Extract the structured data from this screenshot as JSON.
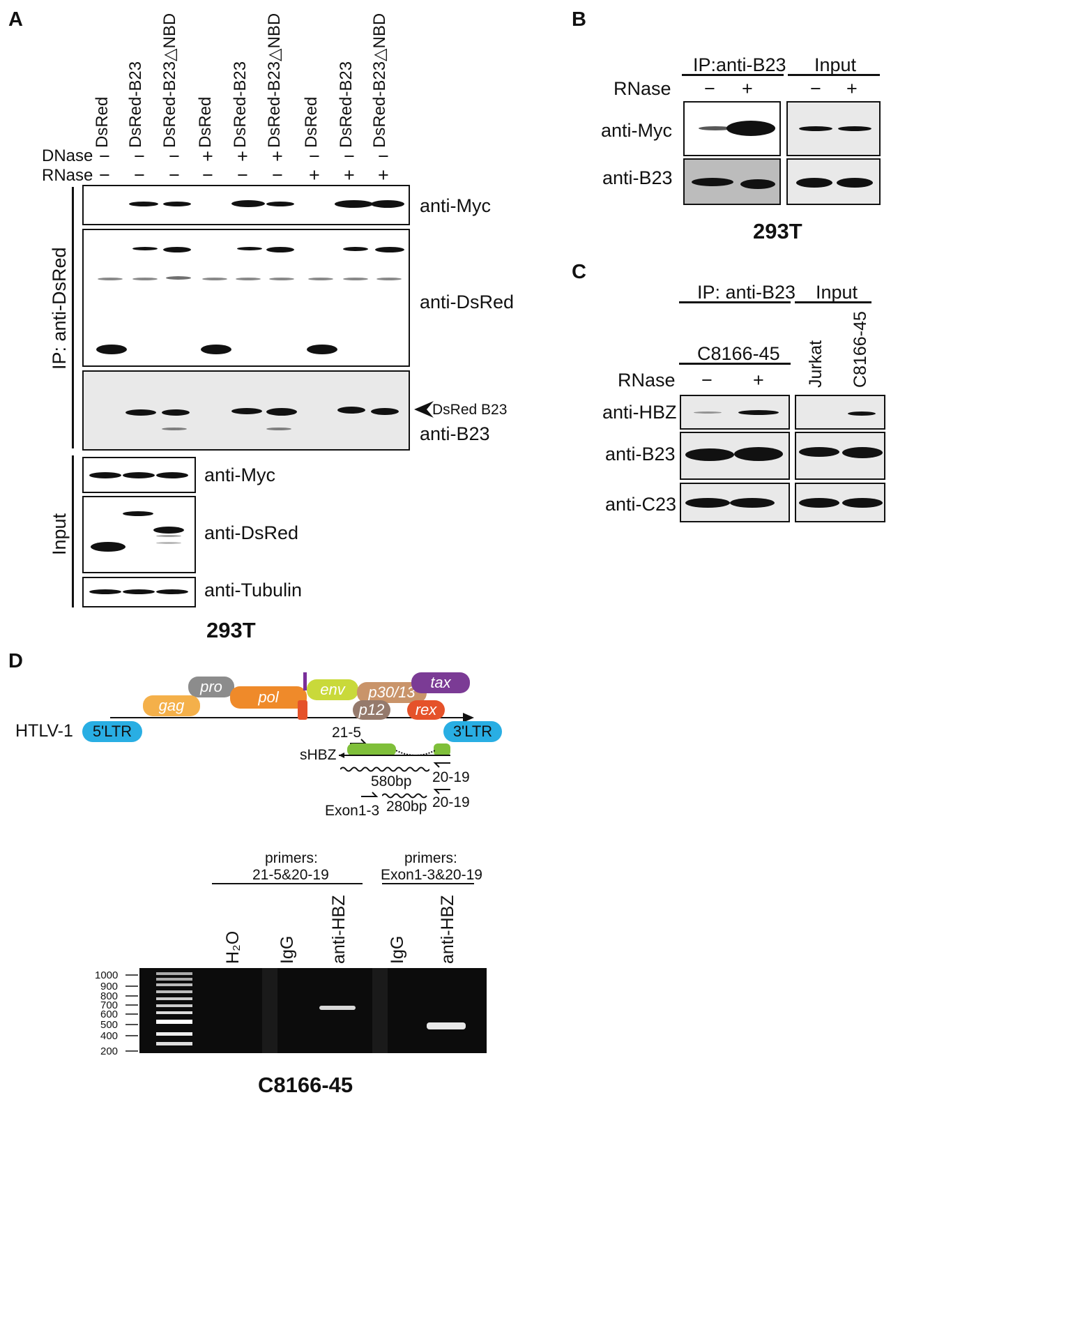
{
  "panelA": {
    "letter": "A",
    "lanes": [
      "DsRed",
      "DsRed-B23",
      "DsRed-B23△NBD",
      "DsRed",
      "DsRed-B23",
      "DsRed-B23△NBD",
      "DsRed",
      "DsRed-B23",
      "DsRed-B23△NBD"
    ],
    "dnase_label": "DNase",
    "rnase_label": "RNase",
    "dnase": [
      "−",
      "−",
      "−",
      "+",
      "+",
      "+",
      "−",
      "−",
      "−"
    ],
    "rnase": [
      "−",
      "−",
      "−",
      "−",
      "−",
      "−",
      "+",
      "+",
      "+"
    ],
    "ip_label": "IP: anti-DsRed",
    "input_label": "Input",
    "blots": {
      "myc": "anti-Myc",
      "dsred": "anti-DsRed",
      "b23": "anti-B23",
      "arrow": "DsRed B23",
      "in_myc": "anti-Myc",
      "in_dsred": "anti-DsRed",
      "in_tubulin": "anti-Tubulin"
    },
    "cell": "293T"
  },
  "panelB": {
    "letter": "B",
    "ip": "IP:anti-B23",
    "input": "Input",
    "rnase": "RNase",
    "signs": [
      "−",
      "+",
      "−",
      "+"
    ],
    "myc": "anti-Myc",
    "b23": "anti-B23",
    "cell": "293T"
  },
  "panelC": {
    "letter": "C",
    "ip": "IP: anti-B23",
    "input": "Input",
    "cell": "C8166-45",
    "rnase": "RNase",
    "signs": [
      "−",
      "+"
    ],
    "lanes_input": [
      "Jurkat",
      "C8166-45"
    ],
    "hbz": "anti-HBZ",
    "b23": "anti-B23",
    "c23": "anti-C23"
  },
  "panelD": {
    "letter": "D",
    "virus": "HTLV-1",
    "ltr5": "5'LTR",
    "ltr3": "3'LTR",
    "genes": {
      "gag": "gag",
      "pro": "pro",
      "pol": "pol",
      "env": "env",
      "p3013": "p30/13",
      "tax": "tax",
      "p12": "p12",
      "rex": "rex"
    },
    "shbz": "sHBZ",
    "primer_21_5": "21-5",
    "primer_20_19a": "20-19",
    "primer_20_19b": "20-19",
    "primer_exon": "Exon1-3",
    "size580": "580bp",
    "size280": "280bp",
    "primers_label_1": "primers:",
    "primers_pair_1": "21-5&20-19",
    "primers_label_2": "primers:",
    "primers_pair_2": "Exon1-3&20-19",
    "gel_lanes": [
      "H₂O",
      "IgG",
      "anti-HBZ",
      "IgG",
      "anti-HBZ"
    ],
    "ladder": [
      "1000",
      "900",
      "800",
      "700",
      "600",
      "500",
      "400",
      "200"
    ],
    "cell": "C8166-45"
  }
}
